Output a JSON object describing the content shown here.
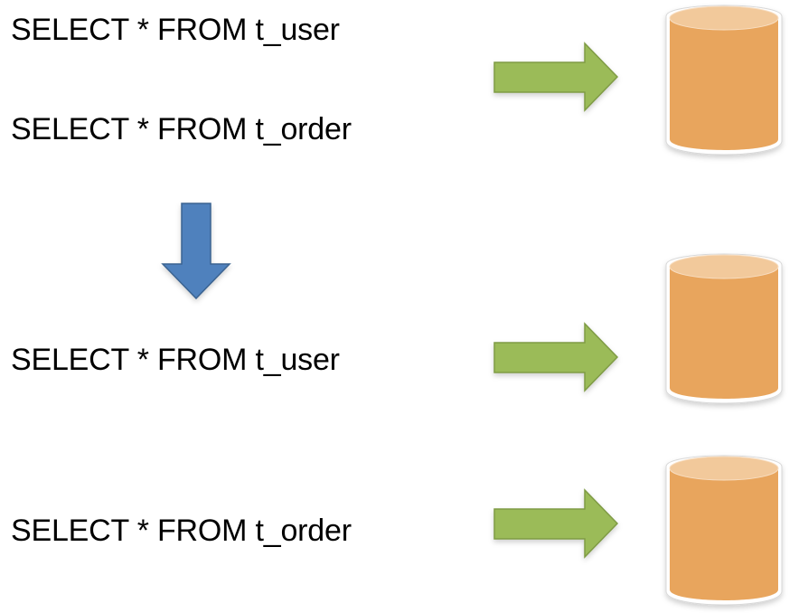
{
  "queries": [
    {
      "text": "SELECT * FROM t_user"
    },
    {
      "text": "SELECT * FROM t_order"
    },
    {
      "text": "SELECT * FROM t_user"
    },
    {
      "text": "SELECT * FROM t_order"
    }
  ],
  "colors": {
    "text": "#000000",
    "right_arrow_fill": "#9bbb59",
    "right_arrow_stroke": "#7f9b45",
    "down_arrow_fill": "#4f81bd",
    "down_arrow_stroke": "#3a6391",
    "db_body": "#e8a55d",
    "db_top": "#f2c99b",
    "db_outline": "#ffffff",
    "db_shadow": "#d8d8d8"
  },
  "icons": {
    "transform_arrow": "down-arrow-icon",
    "route_arrow": "right-arrow-icon",
    "database": "database-cylinder-icon"
  }
}
